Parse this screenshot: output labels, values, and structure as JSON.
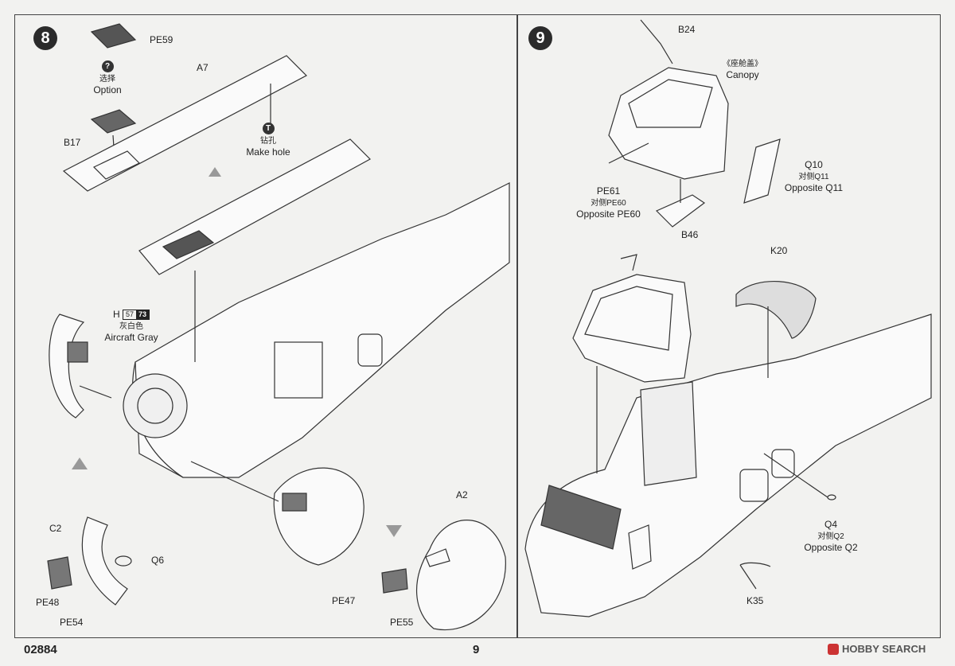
{
  "steps": [
    {
      "number": "8"
    },
    {
      "number": "9"
    }
  ],
  "step8": {
    "pe59": "PE59",
    "option_icon": "?",
    "option_cn": "选择",
    "option_en": "Option",
    "a7": "A7",
    "b17": "B17",
    "drill_icon": "T",
    "drill_cn": "钻孔",
    "drill_en": "Make hole",
    "h_letter": "H",
    "paint_code_1": "57",
    "paint_code_2": "73",
    "paint_cn": "灰白色",
    "paint_en": "Aircraft Gray",
    "c2": "C2",
    "q6": "Q6",
    "pe48": "PE48",
    "pe54": "PE54",
    "a2": "A2",
    "pe47": "PE47",
    "pe55": "PE55"
  },
  "step9": {
    "b24": "B24",
    "canopy_cn": "《座舱盖》",
    "canopy_en": "Canopy",
    "q10": "Q10",
    "q10_cn": "对侧Q11",
    "q10_en": "Opposite Q11",
    "pe61": "PE61",
    "pe61_cn": "对侧PE60",
    "pe61_en": "Opposite PE60",
    "b46": "B46",
    "k20": "K20",
    "q4": "Q4",
    "q4_cn": "对侧Q2",
    "q4_en": "Opposite Q2",
    "k35": "K35"
  },
  "footer": {
    "code": "02884",
    "page": "9",
    "watermark": "HOBBY SEARCH"
  }
}
